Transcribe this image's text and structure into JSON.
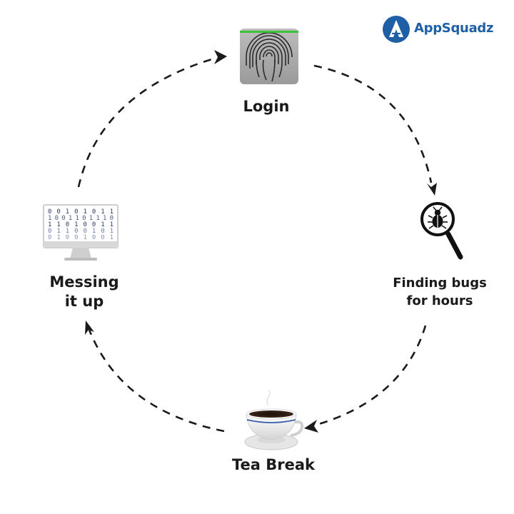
{
  "brand": {
    "name": "AppSquadz",
    "color": "#1f5fa5"
  },
  "steps": {
    "login": {
      "label": "Login",
      "icon": "fingerprint-icon"
    },
    "bugs": {
      "label_line1": "Finding bugs",
      "label_line2": "for hours",
      "icon": "bug-magnifier-icon"
    },
    "tea": {
      "label": "Tea Break",
      "icon": "teacup-icon"
    },
    "mess": {
      "label_line1": "Messing",
      "label_line2": "it up",
      "icon": "monitor-binary-icon"
    }
  },
  "monitor_binary": [
    "0 0 1 0 1 0 1 1",
    "1 0 0 1 1 0 1 1 1 0",
    "1 1 0 1 0 0 1 1",
    "0 1 1 0 0 1 0 1",
    "0 1 0 0 1 0 0 1"
  ],
  "colors": {
    "arrow": "#1a1a1a",
    "fingerprint_bar": "#3cc33c",
    "cup_rim": "#3b5ea8"
  }
}
